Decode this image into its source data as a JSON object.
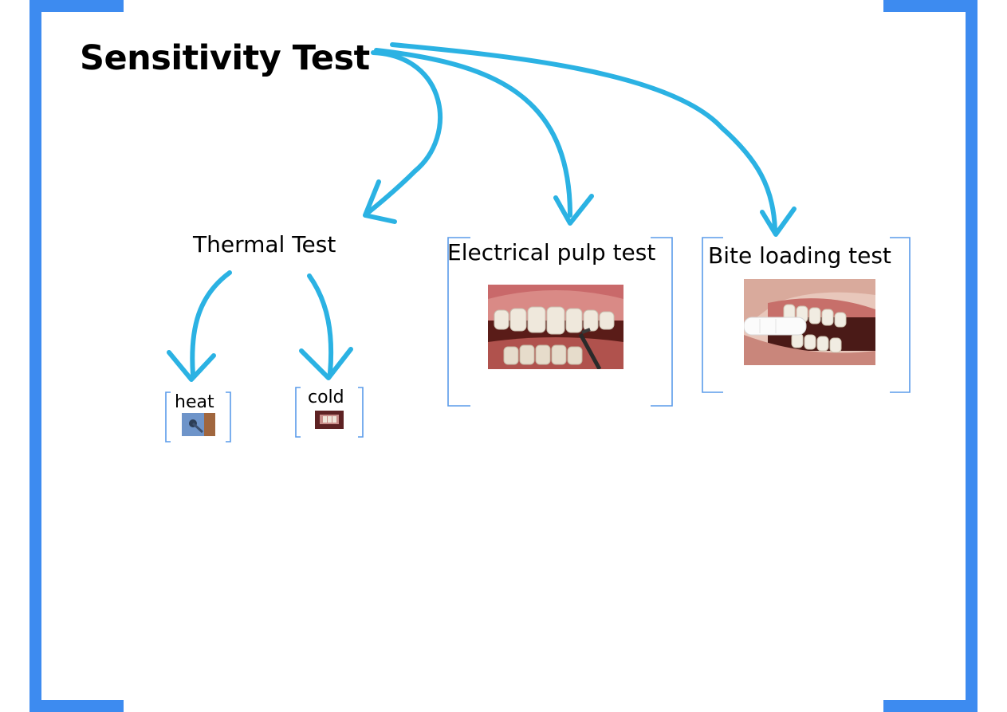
{
  "title": "Sensitivity Test",
  "nodes": {
    "thermal": "Thermal Test",
    "electrical": "Electrical pulp test",
    "bite": "Bite loading test",
    "heat": "heat",
    "cold": "cold"
  },
  "colors": {
    "frame": "#3d8bf0",
    "arrow": "#2bb2e3",
    "bracket": "#5a9bea"
  }
}
